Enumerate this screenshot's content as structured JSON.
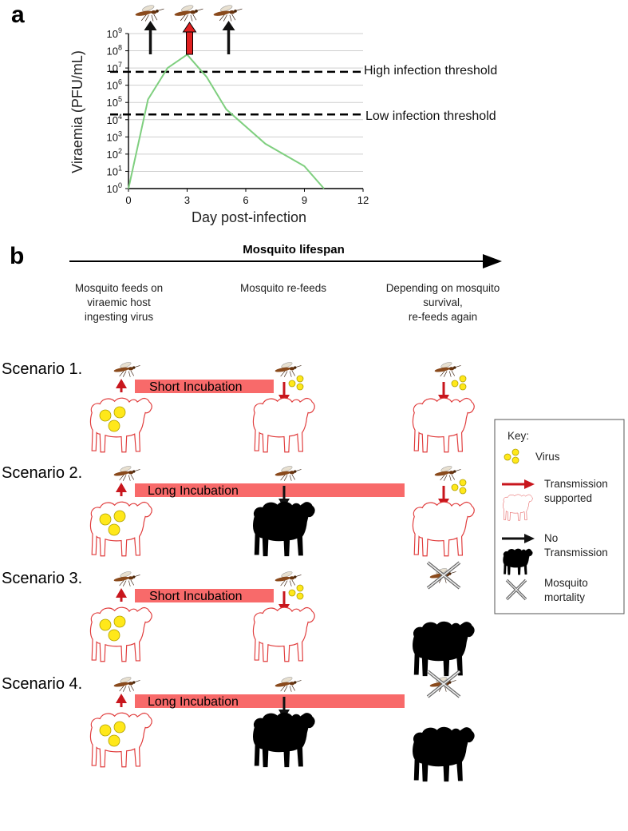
{
  "panel_a": {
    "letter": "a",
    "x_label": "Day post-infection",
    "y_label": "Viraemia (PFU/mL)",
    "x_ticks": [
      "0",
      "3",
      "6",
      "9",
      "12"
    ],
    "y_tick_exponents": [
      "0",
      "1",
      "2",
      "3",
      "4",
      "5",
      "6",
      "7",
      "8",
      "9"
    ],
    "thresholds": {
      "high": "High infection threshold",
      "low": "Low infection threshold"
    },
    "curve_color": "#7fcf7f",
    "feeding_arrow_colors": [
      "#111111",
      "#e02020",
      "#111111"
    ]
  },
  "chart_data": {
    "type": "line",
    "title": "",
    "xlabel": "Day post-infection",
    "ylabel": "Viraemia (PFU/mL)",
    "xlim": [
      0,
      12
    ],
    "ylim": [
      1,
      1000000000
    ],
    "y_scale": "log",
    "grid": true,
    "series": [
      {
        "x": [
          0,
          1,
          2,
          3,
          4,
          5,
          7,
          9,
          10
        ],
        "y": [
          1,
          150000,
          10000000,
          60000000,
          3000000,
          40000,
          400,
          20,
          1
        ]
      }
    ],
    "thresholds_y": {
      "high": 6000000,
      "low": 20000
    },
    "feeding_days": [
      1,
      3,
      5
    ]
  },
  "panel_b": {
    "letter": "b",
    "timeline_title": "Mosquito lifespan",
    "columns": [
      {
        "lines": [
          "Mosquito feeds on",
          "viraemic host",
          "ingesting virus"
        ]
      },
      {
        "lines": [
          "Mosquito re-feeds"
        ]
      },
      {
        "lines": [
          "Depending on mosquito",
          "survival,",
          "re-feeds again"
        ]
      }
    ],
    "scenarios": [
      {
        "label": "Scenario 1.",
        "incubation": "Short Incubation",
        "incubation_length": "short",
        "col2": {
          "arrow": "red",
          "sheep": "infected",
          "virus": true,
          "mosquito": "alive"
        },
        "col3": {
          "arrow": "red",
          "sheep": "infected",
          "virus": true,
          "mosquito": "alive"
        }
      },
      {
        "label": "Scenario 2.",
        "incubation": "Long Incubation",
        "incubation_length": "long",
        "col2": {
          "arrow": "black",
          "sheep": "uninfected",
          "virus": false,
          "mosquito": "alive"
        },
        "col3": {
          "arrow": "red",
          "sheep": "infected",
          "virus": true,
          "mosquito": "alive"
        }
      },
      {
        "label": "Scenario 3.",
        "incubation": "Short Incubation",
        "incubation_length": "short",
        "col2": {
          "arrow": "red",
          "sheep": "infected",
          "virus": true,
          "mosquito": "alive"
        },
        "col3": {
          "arrow": "none",
          "sheep": "uninfected",
          "virus": false,
          "mosquito": "dead"
        }
      },
      {
        "label": "Scenario 4.",
        "incubation": "Long Incubation",
        "incubation_length": "long",
        "col2": {
          "arrow": "black",
          "sheep": "uninfected",
          "virus": false,
          "mosquito": "alive"
        },
        "col3": {
          "arrow": "none",
          "sheep": "uninfected",
          "virus": false,
          "mosquito": "dead"
        }
      }
    ],
    "key": {
      "title": "Key:",
      "items": [
        {
          "icon": "virus",
          "lines": [
            "Virus"
          ]
        },
        {
          "icon": "red-arrow-sheep",
          "lines": [
            "Transmission",
            "supported"
          ]
        },
        {
          "icon": "black-arrow-sheep",
          "lines": [
            "No",
            "Transmission"
          ]
        },
        {
          "icon": "cross",
          "lines": [
            "Mosquito",
            "mortality"
          ]
        }
      ]
    },
    "colors": {
      "incubation_bar": "#f86a6a",
      "transmission_arrow": "#c8161d",
      "no_transmission_arrow": "#111111",
      "virus": "#ffe81a",
      "infected_sheep_outline": "#e03a3a",
      "uninfected_sheep": "#000000",
      "mosquito": "#8a4a1c"
    }
  }
}
